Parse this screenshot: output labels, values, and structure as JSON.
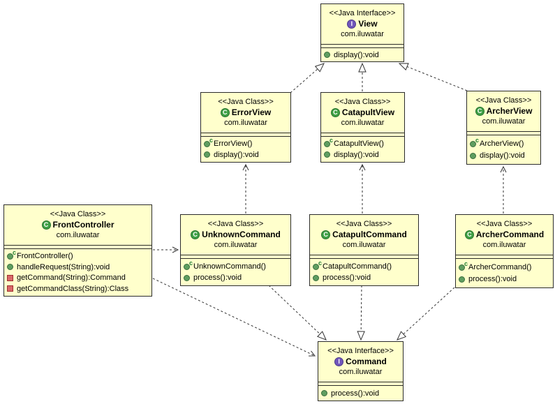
{
  "colors": {
    "box_fill": "#ffffcc",
    "box_border": "#2b2b2b",
    "interface_badge": "#7156bb",
    "class_badge": "#3fa045",
    "public_method_icon": "#5f9e60",
    "private_method_icon": "#d96868"
  },
  "classes": [
    {
      "stereotype": "<<Java Interface>>",
      "badge": "I",
      "name": "View",
      "package": "com.iluwatar",
      "members": [
        {
          "visibility": "public",
          "label": "display():void"
        }
      ]
    },
    {
      "stereotype": "<<Java Class>>",
      "badge": "C",
      "name": "ErrorView",
      "package": "com.iluwatar",
      "members": [
        {
          "visibility": "constructor",
          "label": "ErrorView()"
        },
        {
          "visibility": "public",
          "label": "display():void"
        }
      ]
    },
    {
      "stereotype": "<<Java Class>>",
      "badge": "C",
      "name": "CatapultView",
      "package": "com.iluwatar",
      "members": [
        {
          "visibility": "constructor",
          "label": "CatapultView()"
        },
        {
          "visibility": "public",
          "label": "display():void"
        }
      ]
    },
    {
      "stereotype": "<<Java Class>>",
      "badge": "C",
      "name": "ArcherView",
      "package": "com.iluwatar",
      "members": [
        {
          "visibility": "constructor",
          "label": "ArcherView()"
        },
        {
          "visibility": "public",
          "label": "display():void"
        }
      ]
    },
    {
      "stereotype": "<<Java Class>>",
      "badge": "C",
      "name": "FrontController",
      "package": "com.iluwatar",
      "members": [
        {
          "visibility": "constructor",
          "label": "FrontController()"
        },
        {
          "visibility": "public",
          "label": "handleRequest(String):void"
        },
        {
          "visibility": "private",
          "label": "getCommand(String):Command"
        },
        {
          "visibility": "private",
          "label": "getCommandClass(String):Class"
        }
      ]
    },
    {
      "stereotype": "<<Java Class>>",
      "badge": "C",
      "name": "UnknownCommand",
      "package": "com.iluwatar",
      "members": [
        {
          "visibility": "constructor",
          "label": "UnknownCommand()"
        },
        {
          "visibility": "public",
          "label": "process():void"
        }
      ]
    },
    {
      "stereotype": "<<Java Class>>",
      "badge": "C",
      "name": "CatapultCommand",
      "package": "com.iluwatar",
      "members": [
        {
          "visibility": "constructor",
          "label": "CatapultCommand()"
        },
        {
          "visibility": "public",
          "label": "process():void"
        }
      ]
    },
    {
      "stereotype": "<<Java Class>>",
      "badge": "C",
      "name": "ArcherCommand",
      "package": "com.iluwatar",
      "members": [
        {
          "visibility": "constructor",
          "label": "ArcherCommand()"
        },
        {
          "visibility": "public",
          "label": "process():void"
        }
      ]
    },
    {
      "stereotype": "<<Java Interface>>",
      "badge": "I",
      "name": "Command",
      "package": "com.iluwatar",
      "members": [
        {
          "visibility": "public",
          "label": "process():void"
        }
      ]
    }
  ],
  "relationships": [
    {
      "from": "ErrorView",
      "to": "View",
      "type": "realization"
    },
    {
      "from": "CatapultView",
      "to": "View",
      "type": "realization"
    },
    {
      "from": "ArcherView",
      "to": "View",
      "type": "realization"
    },
    {
      "from": "UnknownCommand",
      "to": "Command",
      "type": "realization"
    },
    {
      "from": "CatapultCommand",
      "to": "Command",
      "type": "realization"
    },
    {
      "from": "ArcherCommand",
      "to": "Command",
      "type": "realization"
    },
    {
      "from": "UnknownCommand",
      "to": "ErrorView",
      "type": "dependency"
    },
    {
      "from": "CatapultCommand",
      "to": "CatapultView",
      "type": "dependency"
    },
    {
      "from": "ArcherCommand",
      "to": "ArcherView",
      "type": "dependency"
    },
    {
      "from": "FrontController",
      "to": "UnknownCommand",
      "type": "dependency"
    },
    {
      "from": "FrontController",
      "to": "Command",
      "type": "dependency"
    }
  ]
}
